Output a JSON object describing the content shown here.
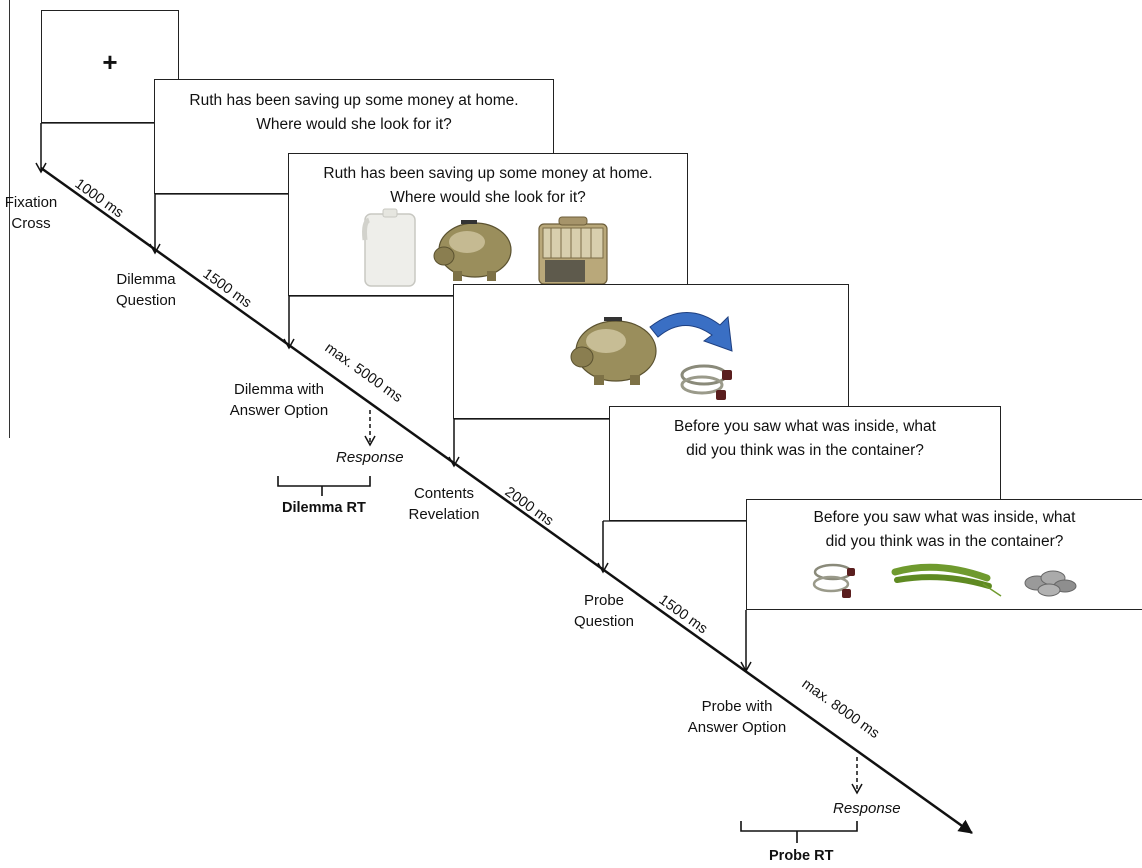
{
  "fixation": {
    "symbol": "+"
  },
  "dilemma": {
    "line1": "Ruth has been saving up some money at home.",
    "line2": "Where would she look for it?",
    "options": [
      "plastic-jug",
      "piggy-bank",
      "pet-carrier"
    ]
  },
  "probe": {
    "line1": "Before you saw what was inside, what",
    "line2": "did you think was in the container?",
    "options": [
      "bicycle-lock",
      "green-beans",
      "coins"
    ]
  },
  "stages": {
    "fixation": [
      "Fixation",
      "Cross"
    ],
    "dilemma_question": [
      "Dilemma",
      "Question"
    ],
    "dilemma_answer": [
      "Dilemma with",
      "Answer Option"
    ],
    "contents": [
      "Contents",
      "Revelation"
    ],
    "probe_question": [
      "Probe",
      "Question"
    ],
    "probe_answer": [
      "Probe with",
      "Answer Option"
    ]
  },
  "durations": {
    "d1": "1000 ms",
    "d2": "1500 ms",
    "d3": "max. 5000 ms",
    "d4": "2000 ms",
    "d5": "1500 ms",
    "d6": "max. 8000 ms"
  },
  "response": "Response",
  "rts": {
    "dilemma": "Dilemma RT",
    "probe": "Probe RT"
  },
  "colors": {
    "line": "#111111",
    "arrow_blue": "#3a6fc4",
    "bean_green": "#6f9a2e",
    "metal": "#8a8a7a"
  }
}
